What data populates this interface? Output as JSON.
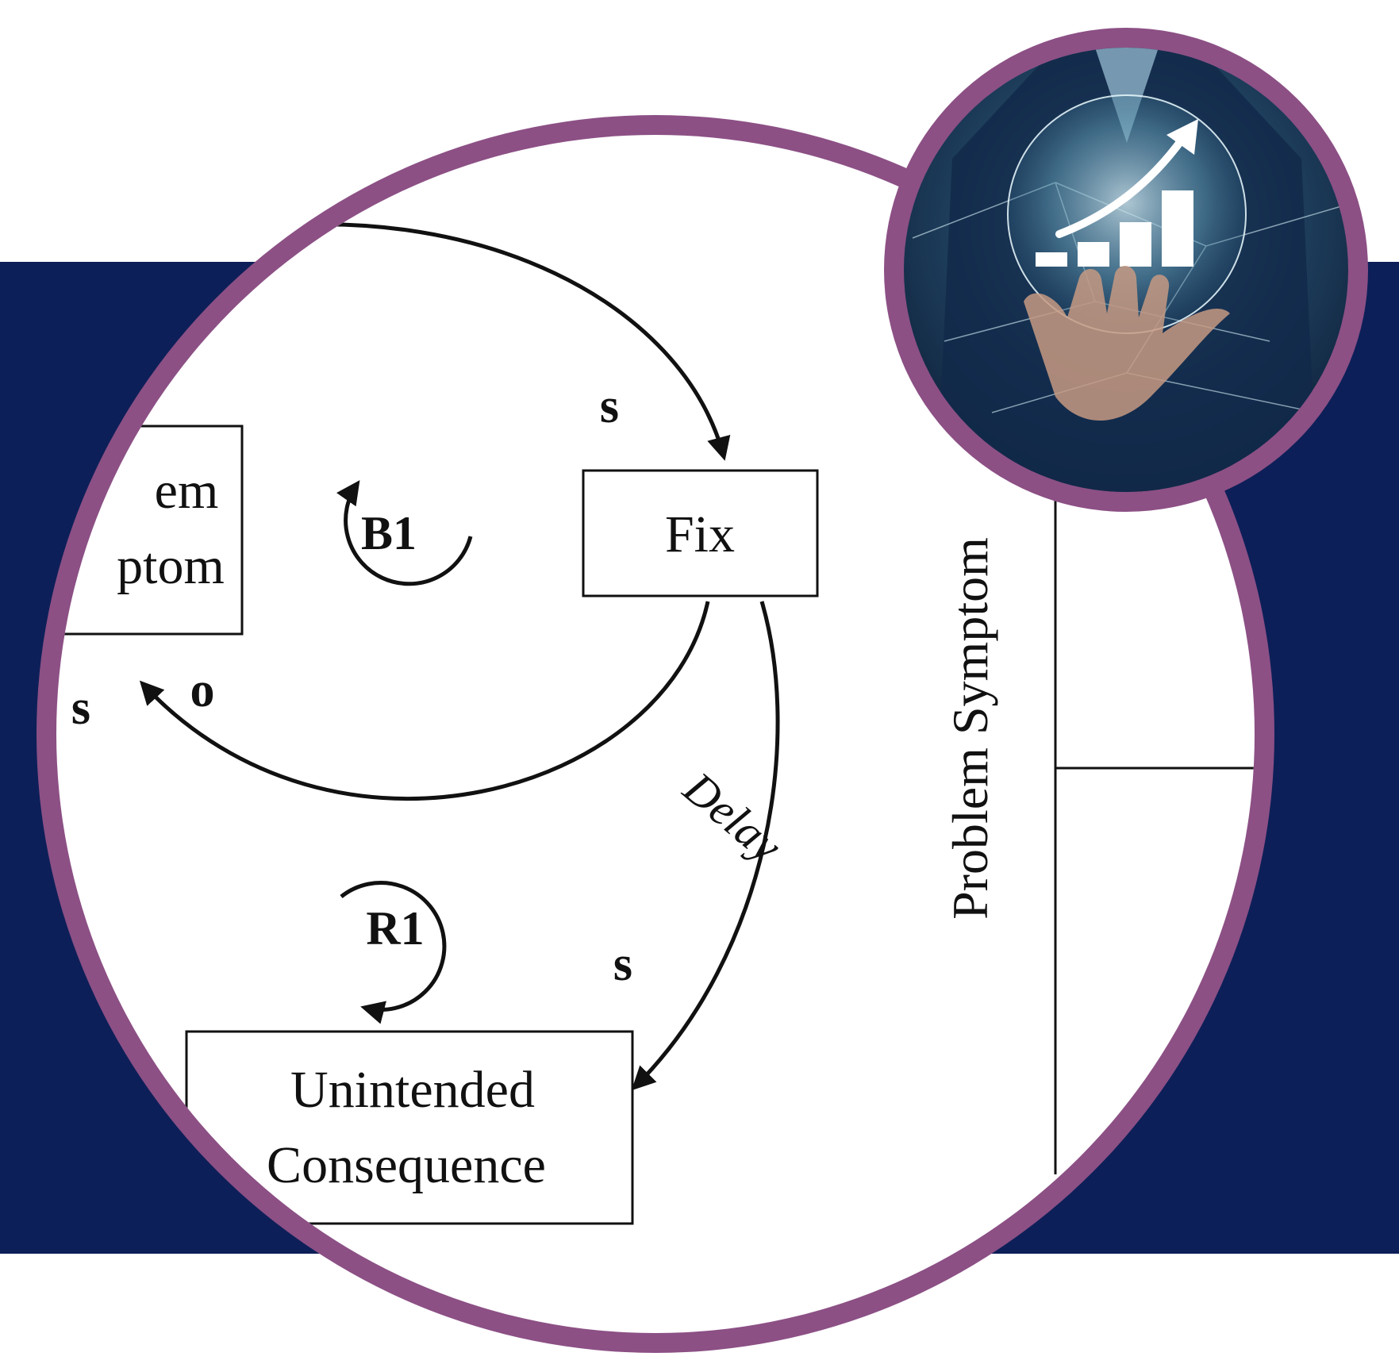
{
  "colors": {
    "navy_band": "#0d1f58",
    "ring": "#8c5085",
    "paper": "#ffffff",
    "ink": "#111111"
  },
  "diagram": {
    "node_problem_line1": "em",
    "node_problem_line2": "ptom",
    "node_fix": "Fix",
    "node_unintended_line1": "Unintended",
    "node_unintended_line2": "Consequence",
    "loop_b1": "B1",
    "loop_r1": "R1",
    "polarity_fix_in": "s",
    "polarity_problem_in": "o",
    "polarity_problem_left": "s",
    "polarity_unintended_in": "s",
    "delay_label": "Delay",
    "side_axis_label": "Problem Symptom"
  },
  "icons": {
    "photo_badge": "business-growth-icon"
  }
}
